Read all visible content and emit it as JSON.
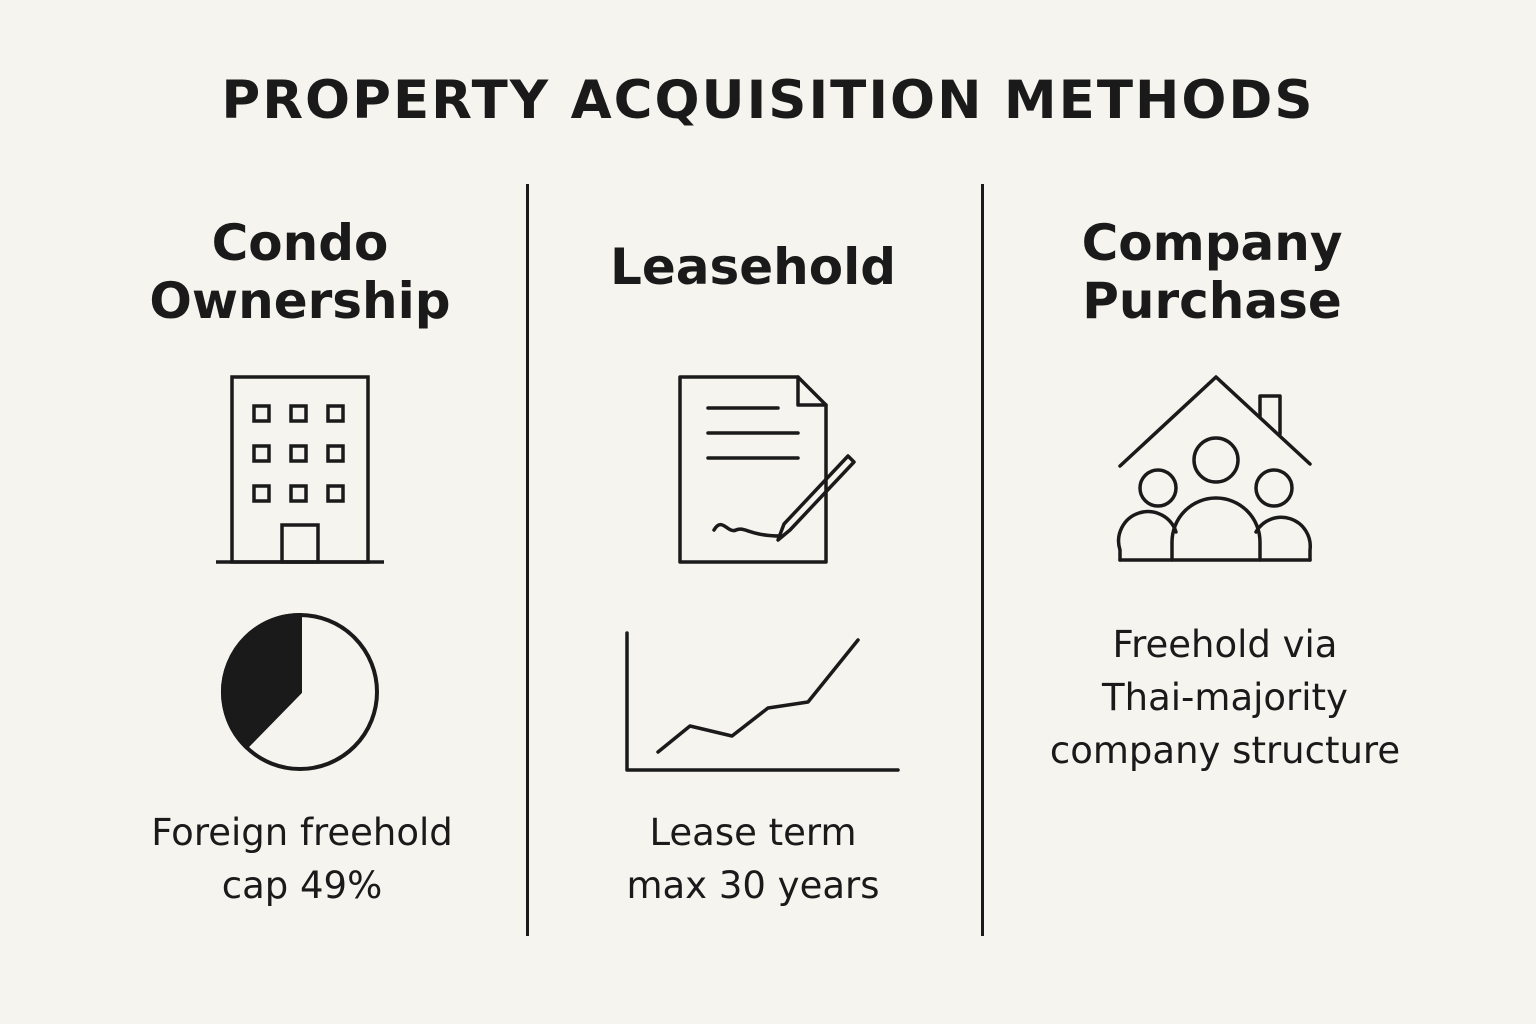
{
  "title": "PROPERTY ACQUISITION METHODS",
  "columns": [
    {
      "heading_line1": "Condo",
      "heading_line2": "Ownership",
      "icon": "building-icon",
      "chart_icon": "pie-chart-icon",
      "caption_line1": "Foreign freehold",
      "caption_line2": "cap 49%"
    },
    {
      "heading_line1": "Leasehold",
      "icon": "signed-document-icon",
      "chart_icon": "line-chart-icon",
      "caption_line1": "Lease term",
      "caption_line2": "max 30 years"
    },
    {
      "heading_line1": "Company",
      "heading_line2": "Purchase",
      "icon": "house-with-people-icon",
      "caption_line1": "Freehold via",
      "caption_line2": "Thai-majority",
      "caption_line3": "company structure"
    }
  ],
  "colors": {
    "background": "#f5f4ef",
    "ink": "#1a1a1a"
  }
}
